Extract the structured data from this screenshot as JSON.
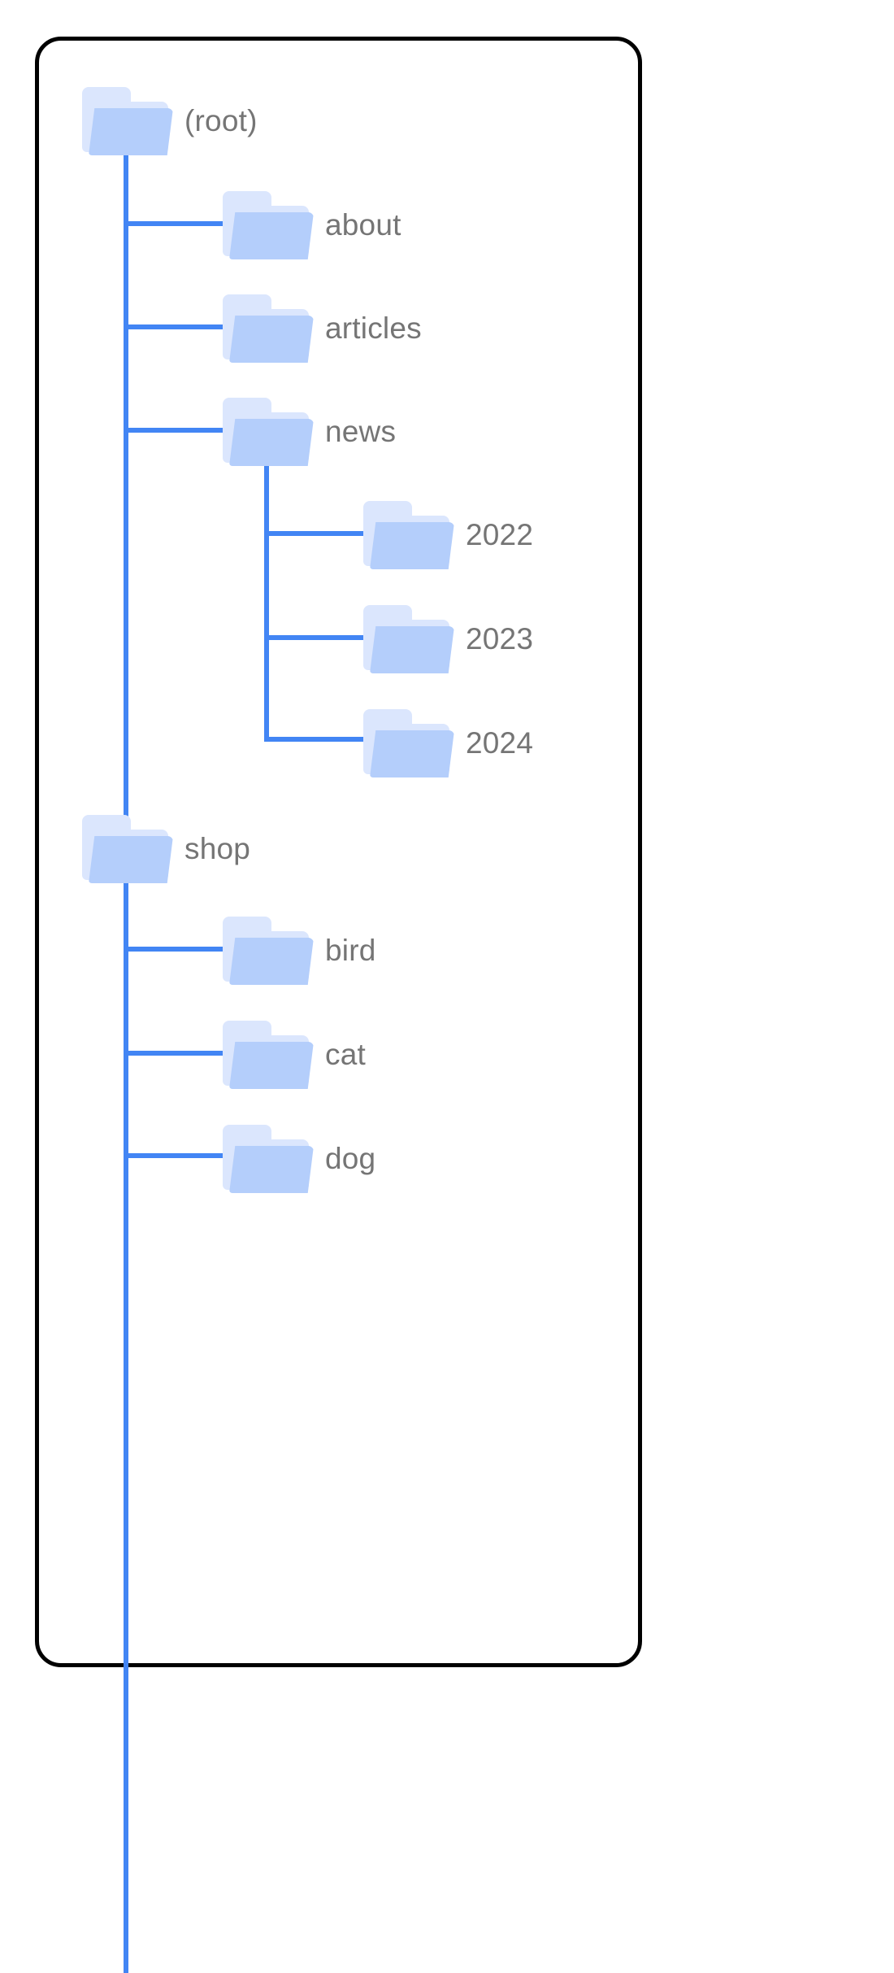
{
  "card": {
    "border_color": "#000000",
    "background": "#ffffff"
  },
  "theme": {
    "connector_color": "#4285f4",
    "folder_front": "#b4cefb",
    "folder_back": "#dbe6fd",
    "label_color": "#757575"
  },
  "tree": {
    "root_label": "(root)",
    "nodes": [
      {
        "id": "root",
        "label": "(root)",
        "depth": 0
      },
      {
        "id": "about",
        "label": "about",
        "depth": 1
      },
      {
        "id": "articles",
        "label": "articles",
        "depth": 1
      },
      {
        "id": "news",
        "label": "news",
        "depth": 1
      },
      {
        "id": "2022",
        "label": "2022",
        "depth": 2
      },
      {
        "id": "2023",
        "label": "2023",
        "depth": 2
      },
      {
        "id": "2024",
        "label": "2024",
        "depth": 2
      },
      {
        "id": "shop",
        "label": "shop",
        "depth": 1
      },
      {
        "id": "bird",
        "label": "bird",
        "depth": 2
      },
      {
        "id": "cat",
        "label": "cat",
        "depth": 2
      },
      {
        "id": "dog",
        "label": "dog",
        "depth": 2
      }
    ]
  }
}
